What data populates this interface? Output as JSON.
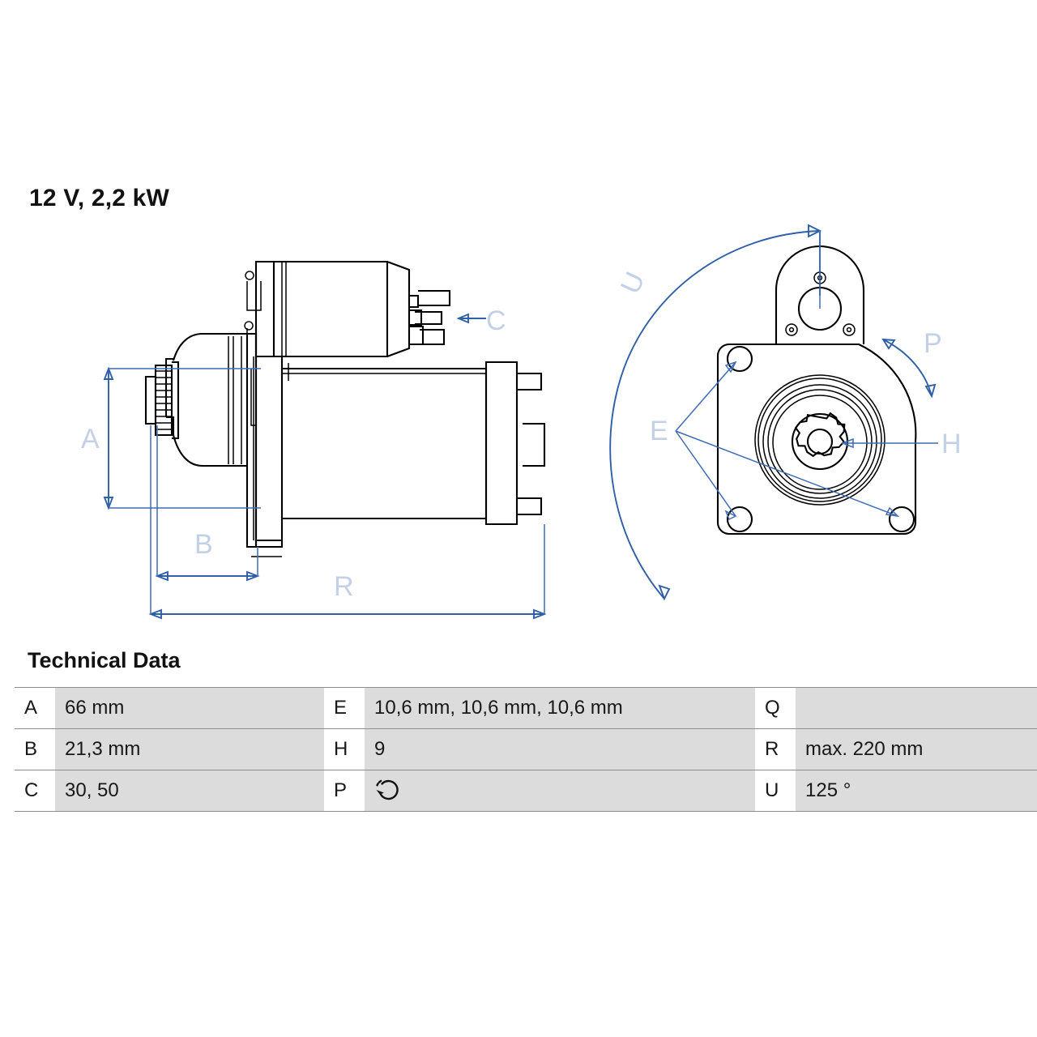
{
  "header": {
    "product_title": "12 V, 2,2 kW"
  },
  "diagram": {
    "side_view": {
      "labels": [
        {
          "id": "A",
          "text": "A",
          "meaning": "overall-height-dimension"
        },
        {
          "id": "B",
          "text": "B",
          "meaning": "pinion-to-flange-dimension"
        },
        {
          "id": "C",
          "text": "C",
          "meaning": "solenoid-terminals-callout"
        },
        {
          "id": "R",
          "text": "R",
          "meaning": "overall-length-dimension"
        }
      ]
    },
    "front_view": {
      "labels": [
        {
          "id": "E",
          "text": "E",
          "meaning": "mounting-hole-diameters"
        },
        {
          "id": "H",
          "text": "H",
          "meaning": "pinion-tooth-count"
        },
        {
          "id": "P",
          "text": "P",
          "meaning": "rotation-direction"
        },
        {
          "id": "U",
          "text": "U",
          "meaning": "flange-angle"
        }
      ],
      "pinion_teeth": 9
    },
    "colors": {
      "outline": "#000000",
      "dimension_line": "#2f5fa8",
      "dimension_label": "#c3d0e6"
    }
  },
  "technical_data": {
    "heading": "Technical Data",
    "rows": [
      {
        "k1": "A",
        "v1": "66 mm",
        "k2": "E",
        "v2": "10,6 mm, 10,6 mm, 10,6 mm",
        "k3": "Q",
        "v3": ""
      },
      {
        "k1": "B",
        "v1": "21,3 mm",
        "k2": "H",
        "v2": "9",
        "k3": "R",
        "v3": "max. 220 mm"
      },
      {
        "k1": "C",
        "v1": "30, 50",
        "k2": "P",
        "v2": "",
        "k3": "U",
        "v3": "125 °"
      }
    ],
    "p_icon": "rotation-clockwise-icon"
  }
}
